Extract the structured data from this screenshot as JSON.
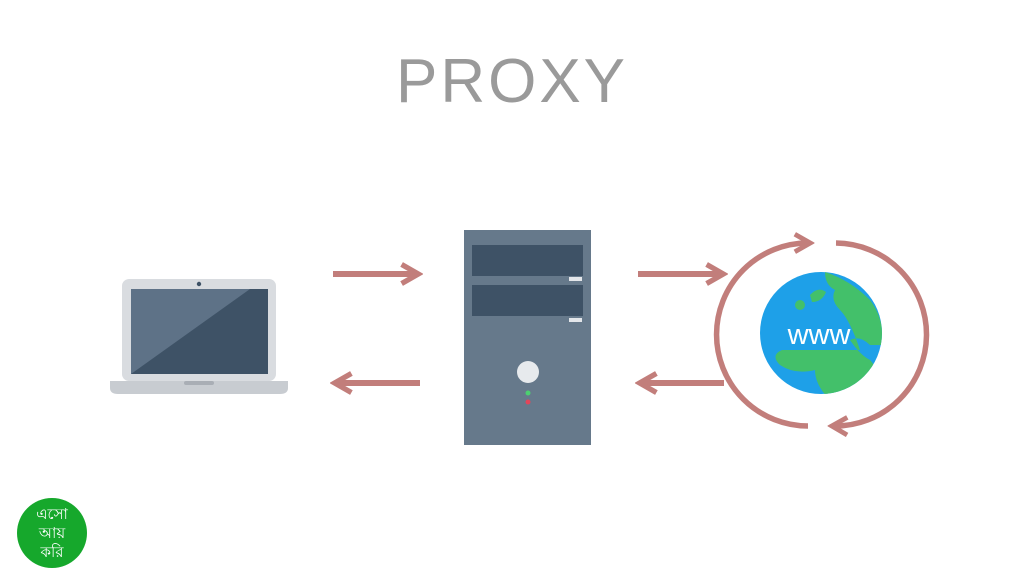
{
  "title": "PROXY",
  "globe_label": "www",
  "badge": {
    "line1": "এসো",
    "line2": "আয়",
    "line3": "করি"
  },
  "colors": {
    "arrow": "#c27e7b",
    "server": "#66798b",
    "drive": "#3e5266",
    "globe_water": "#1ea0e8",
    "globe_land": "#43c06a",
    "badge": "#16a82c"
  }
}
